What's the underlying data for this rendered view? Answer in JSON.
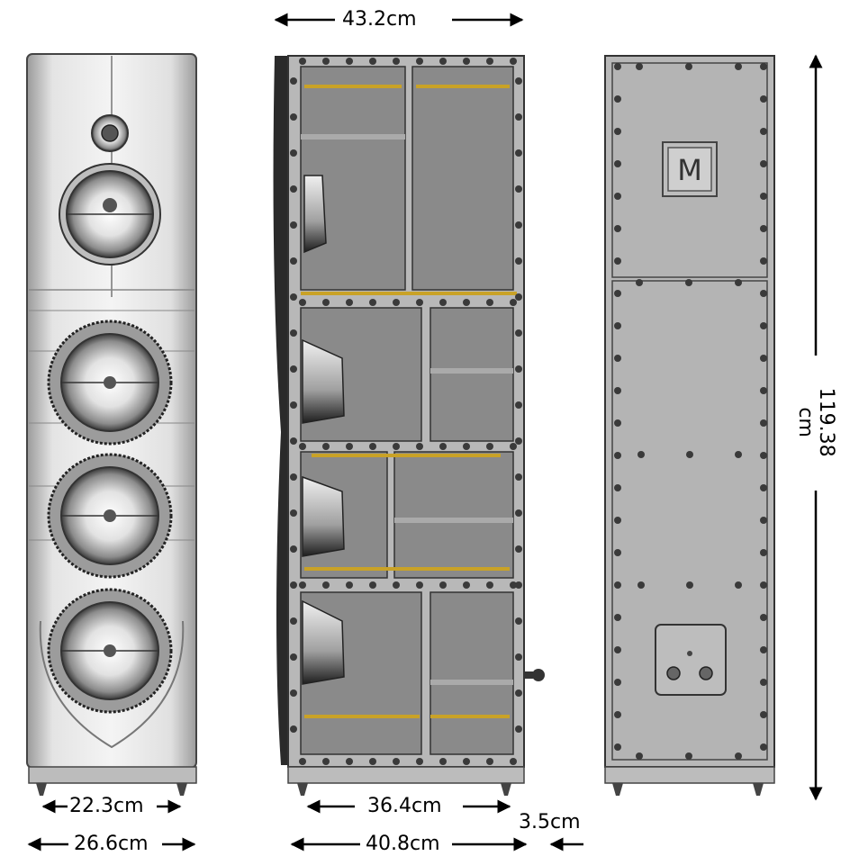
{
  "dimensions": {
    "top_width": "43.2cm",
    "height_value": "119.38",
    "height_unit": "cm",
    "front_inner_width": "22.3cm",
    "front_outer_width": "26.6cm",
    "side_inner_depth": "36.4cm",
    "side_outer_depth": "40.8cm",
    "terminal_protrusion": "3.5cm"
  },
  "logo_letter": "M",
  "colors": {
    "panel": "#8a8a8a",
    "panel_light": "#cfcfcf",
    "frame": "#b8b8b8",
    "brace": "#c9a227",
    "outline": "#333333"
  }
}
